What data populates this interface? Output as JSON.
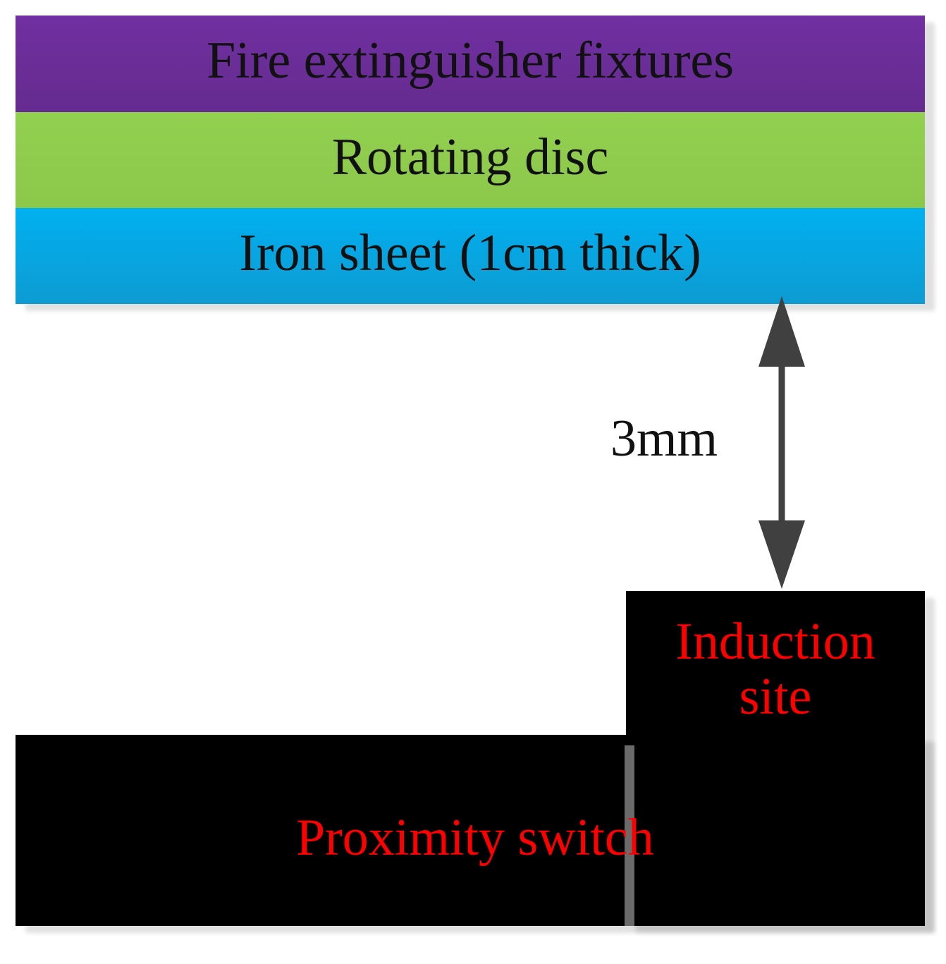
{
  "layers": {
    "fire_extinguisher": "Fire extinguisher fixtures",
    "rotating_disc": "Rotating disc",
    "iron_sheet": "Iron sheet (1cm thick)"
  },
  "gap": {
    "label": "3mm"
  },
  "sensor": {
    "induction_line1": "Induction",
    "induction_line2": "site",
    "switch_label": "Proximity switch"
  },
  "colors": {
    "fire_layer": "#7030a0",
    "disc_layer": "#92d050",
    "iron_layer": "#00b0f0",
    "sensor_body": "#000000",
    "sensor_text": "#ff0000",
    "arrow": "#404040"
  }
}
